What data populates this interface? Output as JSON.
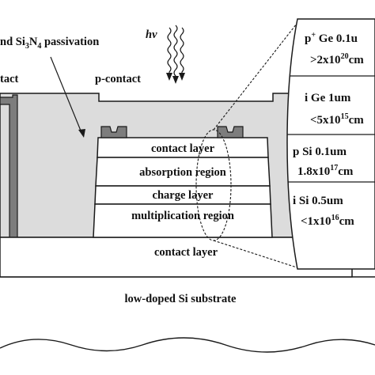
{
  "labels": {
    "passivation": "nd Si",
    "passivation_sub1": "3",
    "passivation_mid": "N",
    "passivation_sub2": "4",
    "passivation_tail": " passivation",
    "left_contact": "tact",
    "p_contact": "p-contact",
    "hv": "hv",
    "contact_layer_top": "contact layer",
    "absorption": "absorption region",
    "charge": "charge layer",
    "multiplication": "multiplication region",
    "contact_layer_bottom": "contact layer",
    "substrate": "low-doped Si substrate"
  },
  "layer_table": [
    {
      "line1_prefix": "p",
      "line1_sup": "+",
      "line1_rest": " Ge 0.1u",
      "line2_prefix": ">2x10",
      "line2_sup": "20",
      "line2_rest": "cm"
    },
    {
      "line1_prefix": "i Ge 1um",
      "line1_sup": "",
      "line1_rest": "",
      "line2_prefix": "<5x10",
      "line2_sup": "15",
      "line2_rest": "cm"
    },
    {
      "line1_prefix": "p Si 0.1um",
      "line1_sup": "",
      "line1_rest": "",
      "line2_prefix": "1.8x10",
      "line2_sup": "17",
      "line2_rest": "cm"
    },
    {
      "line1_prefix": "i Si 0.5um",
      "line1_sup": "",
      "line1_rest": "",
      "line2_prefix": "<1x10",
      "line2_sup": "16",
      "line2_rest": "cm"
    }
  ],
  "colors": {
    "passivation_fill": "#dcdcdc",
    "metal_fill": "#7d7d7d",
    "layer_fill": "#ffffff",
    "line": "#1a1a1a"
  }
}
